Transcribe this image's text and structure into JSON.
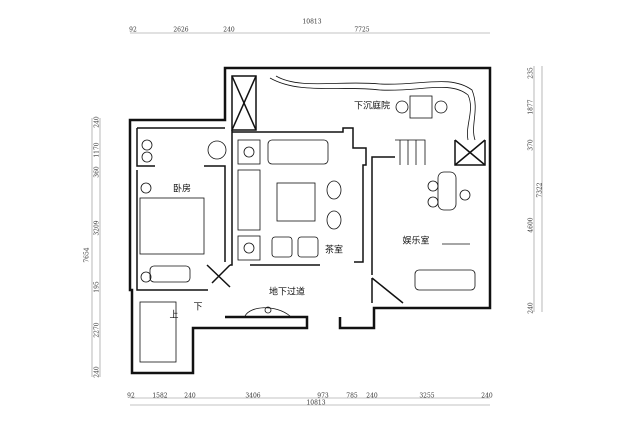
{
  "rooms": {
    "sunken_courtyard": "下沉庭院",
    "bedroom": "卧房",
    "tea_room": "茶室",
    "entertainment_room": "娱乐室",
    "basement_corridor": "地下过道",
    "stair_up": "上",
    "stair_down": "下"
  },
  "dimensions": {
    "top": [
      "92",
      "2626",
      "240",
      "7725"
    ],
    "top_total": "10813",
    "bottom": [
      "92",
      "1582",
      "240",
      "3406",
      "973",
      "785",
      "240",
      "3255",
      "240"
    ],
    "bottom_total": "10813",
    "left": [
      "240",
      "1170",
      "360",
      "3209",
      "195",
      "2270",
      "240"
    ],
    "left_total": "7654",
    "right": [
      "235",
      "1877",
      "370",
      "4600",
      "240"
    ],
    "right_total": "7322"
  },
  "colors": {
    "wall": "#111111",
    "dim_line": "#888888"
  }
}
